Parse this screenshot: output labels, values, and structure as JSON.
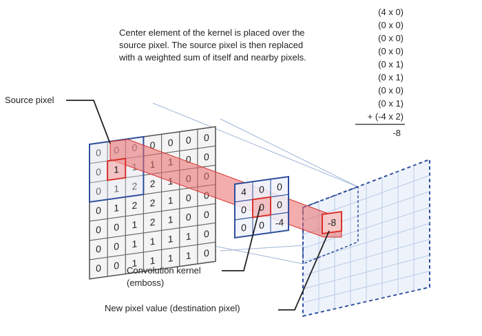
{
  "description_lines": [
    "Center element of the kernel is placed over the",
    "source pixel. The source pixel is then replaced",
    "with a weighted sum of itself and nearby pixels."
  ],
  "calculation": {
    "terms": [
      "(4 x 0)",
      "(0 x 0)",
      "(0 x 0)",
      "(0 x 0)",
      "(0 x 1)",
      "(0 x 1)",
      "(0 x 0)",
      "(0 x 1)",
      "+ (-4 x 2)"
    ],
    "result": "-8"
  },
  "labels": {
    "source_pixel": "Source pixel",
    "kernel_line1": "Convolution kernel",
    "kernel_line2": "(emboss)",
    "destination": "New pixel value (destination pixel)"
  },
  "source_matrix": [
    [
      "0",
      "0",
      "0",
      "0",
      "0",
      "0",
      "0"
    ],
    [
      "0",
      "1",
      "1",
      "1",
      "1",
      "0",
      "0"
    ],
    [
      "0",
      "1",
      "2",
      "2",
      "1",
      "0",
      "0"
    ],
    [
      "0",
      "1",
      "2",
      "2",
      "1",
      "0",
      "0"
    ],
    [
      "0",
      "0",
      "1",
      "2",
      "1",
      "0",
      "0"
    ],
    [
      "0",
      "0",
      "1",
      "1",
      "1",
      "1",
      "0"
    ],
    [
      "0",
      "0",
      "1",
      "1",
      "1",
      "1",
      "0"
    ]
  ],
  "kernel_matrix": [
    [
      "4",
      "0",
      "0"
    ],
    [
      "0",
      "0",
      "0"
    ],
    [
      "0",
      "0",
      "-4"
    ]
  ],
  "destination_value": "-8",
  "colors": {
    "grid_gray": "#8a8a8a",
    "grid_blue": "#2d4d9c",
    "highlight_red": "#d9302a",
    "beam_fill": "#e96a6a",
    "light_blue": "#b9cbe6"
  }
}
